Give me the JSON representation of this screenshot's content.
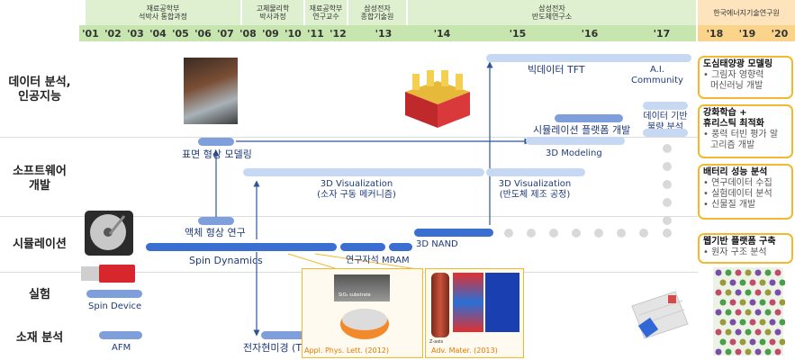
{
  "header": {
    "org1": "재료공학부\n석박사 통합과정",
    "org2": "고체물리학\n박사과정",
    "org3": "재료공학부\n연구교수",
    "org4": "삼성전자\n종합기술원",
    "org5": "삼성전자\n반도체연구소",
    "org6": "한국에너지기술연구원"
  },
  "years": [
    "'01",
    "'02",
    "'03",
    "'04",
    "'05",
    "'06",
    "'07",
    "'08",
    "'09",
    "'10",
    "'11",
    "'12",
    "'13",
    "'14",
    "'15",
    "'16",
    "'17",
    "'18",
    "'19",
    "'20"
  ],
  "rows": {
    "data": "데이터 분석,\n인공지능",
    "software": "소프트웨어\n개발",
    "simulation": "시뮬레이션",
    "experiment": "실험",
    "material": "소재 분석"
  },
  "labels": {
    "spin_device": "Spin Device",
    "afm": "AFM",
    "spin_dynamics": "Spin Dynamics",
    "liquid": "액체 형상 연구",
    "surface": "표면 형상 모델링",
    "viz3d_1": "3D Visualization\n(소자 구동 메커니즘)",
    "viz3d_2": "3D Visualization\n(반도체 제조 공정)",
    "tem": "전자현미경 (TEM)",
    "mram": "연구자석 MRAM",
    "nand": "3D NAND",
    "bigdata": "빅데이터 TFT",
    "ai": "A.I.\nCommunity",
    "simplat": "시뮬레이션 플랫폼 개발",
    "modeling3d": "3D Modeling",
    "defect": "데이터 기반\n불량 분석",
    "paper1": "Appl. Phys. Lett. (2012)",
    "paper2": "Adv. Mater. (2013)",
    "sio2": "SiO₂ substrate",
    "zaxis": "Z-axis"
  },
  "boxes": [
    {
      "title": "도심태양광 모델링",
      "items": [
        "그림자 영향력",
        "머신러닝 개발"
      ]
    },
    {
      "title": "강화학습 +\n휴리스틱 최적화",
      "items": [
        "풍력 터빈 평가 알",
        "고리즘 개발"
      ]
    },
    {
      "title": "배터리 성능 분석",
      "items": [
        "연구데이터 수집",
        "실험데이터 분석",
        "신물질 개발"
      ]
    },
    {
      "title": "웹기반 플랫폼 구축",
      "items": [
        "원자 구조 분석"
      ]
    }
  ],
  "colors": {
    "header_green": "#dff0d0",
    "header_orange": "#fde4bd",
    "year_green": "#c7e5ae",
    "year_orange": "#fbd48c",
    "dark_blue": "#3a6fd1",
    "mid_blue": "#7e9fdc",
    "light_blue": "#c6d8f2",
    "gold": "#f2b92f"
  },
  "icons": [
    "hard-drive-icon",
    "usb-drive-icon",
    "water-drop-photo",
    "nand-chip-icon",
    "lattice-icon",
    "crystal-icon"
  ]
}
